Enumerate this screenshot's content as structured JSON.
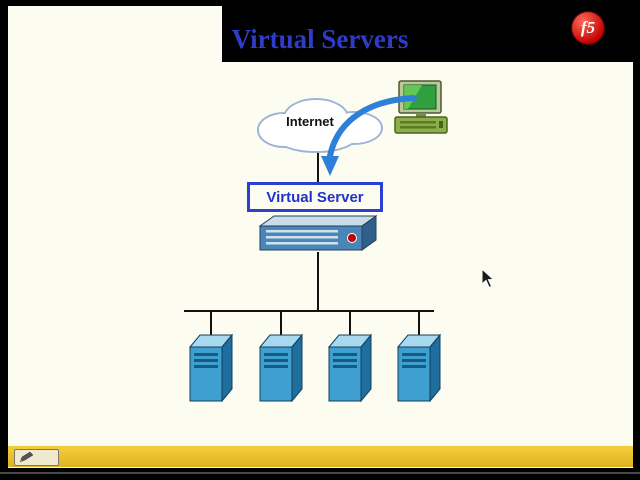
{
  "slide": {
    "title": "Virtual Servers",
    "title_color": "#2e3cc8",
    "background": "#fcfcf0"
  },
  "brand": {
    "logo_text": "f5",
    "logo_bg": "#c00000",
    "logo_text_color": "#ffffff"
  },
  "diagram": {
    "cloud_label": "Internet",
    "virtual_server_label": "Virtual Server",
    "virtual_server_border": "#2b3fd0",
    "arrow_color": "#2e7fd8",
    "line_color": "#111111",
    "server_count": 4,
    "server_front_color": "#3f9fd0",
    "server_top_color": "#a8d8f0",
    "server_side_color": "#1e6f9e"
  },
  "footer": {
    "bar_color": "#eec32a",
    "tool_icon": "pencil-icon"
  }
}
